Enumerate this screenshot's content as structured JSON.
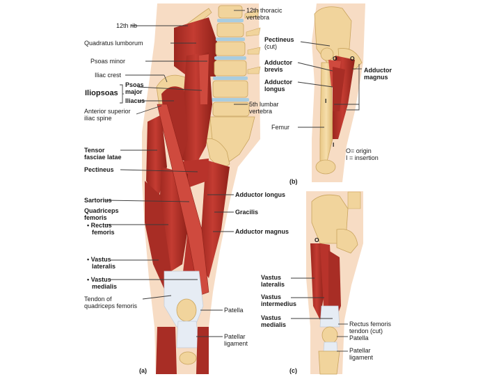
{
  "panel_a": {
    "tag": "(a)",
    "labels": {
      "rib12": "12th rib",
      "thoracic_line1": "12th thoracic",
      "thoracic_line2": "vertebra",
      "quadratus": "Quadratus lumborum",
      "psoas_minor": "Psoas minor",
      "iliac_crest": "Iliac crest",
      "iliopsoas": "Iliopsoas",
      "psoas_major_line1": "Psoas",
      "psoas_major_line2": "major",
      "iliacus": "Iliacus",
      "asis_line1": "Anterior superior",
      "asis_line2": "iliac spine",
      "lumbar_line1": "5th lumbar",
      "lumbar_line2": "vertebra",
      "tensor_line1": "Tensor",
      "tensor_line2": "fasciae latae",
      "pectineus": "Pectineus",
      "sartorius": "Sartorius",
      "quadriceps_line1": "Quadriceps",
      "quadriceps_line2": "femoris",
      "rectus_line1": "• Rectus",
      "rectus_line2": "femoris",
      "vastus_lat_line1": "• Vastus",
      "vastus_lat_line2": "lateralis",
      "vastus_med_line1": "• Vastus",
      "vastus_med_line2": "medialis",
      "tendon_line1": "Tendon of",
      "tendon_line2": "quadriceps femoris",
      "adductor_longus": "Adductor longus",
      "gracilis": "Gracilis",
      "adductor_magnus": "Adductor magnus",
      "patella": "Patella",
      "ligament_line1": "Patellar",
      "ligament_line2": "ligament"
    }
  },
  "panel_b": {
    "tag": "(b)",
    "labels": {
      "pectineus_line1": "Pectineus",
      "pectineus_line2": "(cut)",
      "brevis_line1": "Adductor",
      "brevis_line2": "brevis",
      "longus_line1": "Adductor",
      "longus_line2": "longus",
      "magnus_line1": "Adductor",
      "magnus_line2": "magnus",
      "femur": "Femur",
      "legend_origin": "O= origin",
      "legend_insertion": "I = insertion",
      "mark_o1": "O",
      "mark_o2": "O",
      "mark_i1": "I",
      "mark_i2": "I"
    }
  },
  "panel_c": {
    "tag": "(c)",
    "labels": {
      "vlat_line1": "Vastus",
      "vlat_line2": "lateralis",
      "vint_line1": "Vastus",
      "vint_line2": "intermedius",
      "vmed_line1": "Vastus",
      "vmed_line2": "medialis",
      "rectus_tendon_line1": "Rectus femoris",
      "rectus_tendon_line2": "tendon (cut)",
      "patella": "Patella",
      "ligament_line1": "Patellar",
      "ligament_line2": "ligament",
      "mark_o": "O"
    }
  },
  "colors": {
    "skin": "#f7dcc4",
    "muscle": "#b8332b",
    "muscle_dark": "#8f2119",
    "muscle_light": "#cf4a3e",
    "bone": "#f1d49c",
    "bone_edge": "#c9a45e",
    "disc": "#a9cde0",
    "tendon": "#e6ecf4",
    "leader": "#3a3a3a"
  }
}
